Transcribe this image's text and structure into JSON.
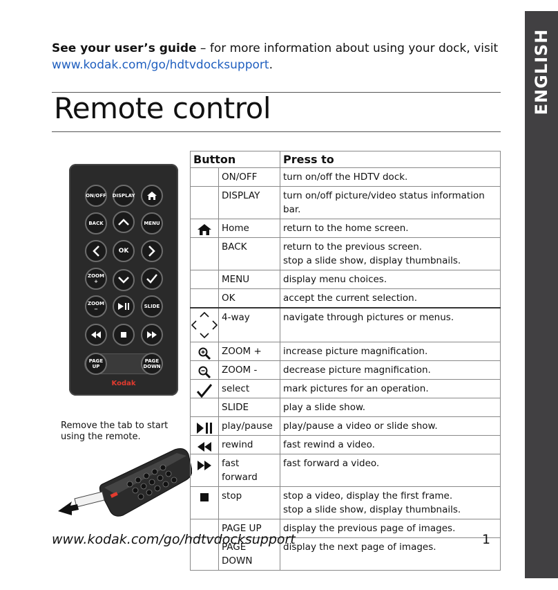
{
  "side_tab": {
    "label": "ENGLISH"
  },
  "guide": {
    "bold": "See your user’s guide",
    "text": " – for more information about using your dock, visit",
    "link": "www.kodak.com/go/hdtvdocksupport",
    "end": "."
  },
  "title": "Remote control",
  "remote": {
    "brand": "Kodak",
    "buttons": {
      "onoff": "ON/OFF",
      "display": "DISPLAY",
      "back": "BACK",
      "menu": "MENU",
      "ok": "OK",
      "zoom_in": "ZOOM +",
      "zoom_out": "ZOOM −",
      "slide": "SLIDE",
      "page_up": "PAGE UP",
      "page_down": "PAGE DOWN"
    }
  },
  "caption": "Remove the tab to start using the remote.",
  "table": {
    "headers": {
      "button": "Button",
      "press": "Press to"
    },
    "rows": [
      {
        "icon": "",
        "name": "ON/OFF",
        "desc": [
          "turn on/off the HDTV dock."
        ]
      },
      {
        "icon": "",
        "name": "DISPLAY",
        "desc": [
          "turn on/off picture/video status information bar."
        ]
      },
      {
        "icon": "home-icon",
        "name": "Home",
        "desc": [
          "return to the home screen."
        ]
      },
      {
        "icon": "",
        "name": "BACK",
        "desc": [
          "return to the previous screen.",
          "stop a slide show, display thumbnails."
        ]
      },
      {
        "icon": "",
        "name": "MENU",
        "desc": [
          "display menu choices."
        ]
      },
      {
        "icon": "",
        "name": "OK",
        "desc": [
          "accept the current selection."
        ]
      },
      {
        "icon": "four-way-icon",
        "name": "4-way",
        "desc": [
          "navigate through pictures or menus."
        ]
      },
      {
        "icon": "zoom-in-icon",
        "name": "ZOOM +",
        "desc": [
          "increase picture magnification."
        ]
      },
      {
        "icon": "zoom-out-icon",
        "name": "ZOOM -",
        "desc": [
          "decrease picture magnification."
        ]
      },
      {
        "icon": "checkmark-icon",
        "name": "select",
        "desc": [
          "mark pictures for an operation."
        ]
      },
      {
        "icon": "",
        "name": "SLIDE",
        "desc": [
          "play a slide show."
        ]
      },
      {
        "icon": "play-pause-icon",
        "name": "play/pause",
        "desc": [
          "play/pause a video or slide show."
        ]
      },
      {
        "icon": "rewind-icon",
        "name": "rewind",
        "desc": [
          "fast rewind a video."
        ]
      },
      {
        "icon": "fast-forward-icon",
        "name": "fast forward",
        "desc": [
          "fast forward a video."
        ]
      },
      {
        "icon": "stop-icon",
        "name": "stop",
        "desc": [
          "stop a video, display the first frame.",
          "stop a slide show, display thumbnails."
        ]
      },
      {
        "icon": "",
        "name": "PAGE UP",
        "desc": [
          "display the previous page of images."
        ]
      },
      {
        "icon": "",
        "name": "PAGE DOWN",
        "desc": [
          "display the next page of images."
        ]
      }
    ]
  },
  "footer": {
    "url": "www.kodak.com/go/hdtvdocksupport",
    "page": "1"
  }
}
